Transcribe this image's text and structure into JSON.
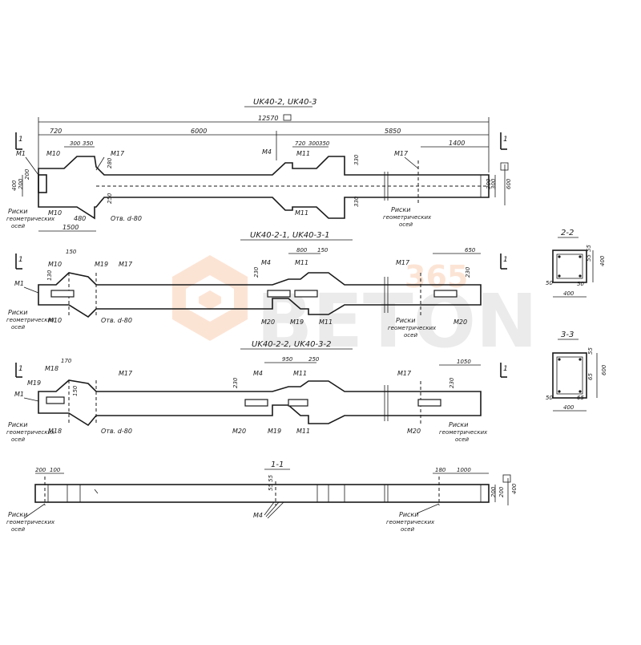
{
  "views": {
    "top": {
      "title": "UK40-2, UK40-3",
      "dims": {
        "overall": "12570",
        "left_part": "6000",
        "right_part": "5850",
        "left_end": "720",
        "notch_a": "300",
        "notch_b": "350",
        "mid_a": "720",
        "mid_b": "300",
        "mid_c": "350",
        "right_end": "1400",
        "h1": "300",
        "h2": "330",
        "hr1": "300",
        "hr2": "300",
        "total_h": "600",
        "hl1": "400",
        "hl2": "200",
        "hl3": "200",
        "low_480": "480",
        "low_1500": "1500",
        "v280": "280",
        "v250": "250",
        "v330b": "330"
      },
      "labels": {
        "m1": "M1",
        "m10": "M10",
        "m10b": "M10",
        "m17": "M17",
        "m17b": "M17",
        "m4": "M4",
        "m11": "M11",
        "m11b": "M11",
        "hole": "Отв. d-80",
        "risk1": "Риски",
        "risk2": "геометрических",
        "risk3": "осей",
        "riskr1": "Риски",
        "riskr2": "геометрических",
        "riskr3": "осей",
        "sec": "1",
        "sec_r": "1"
      }
    },
    "mid1": {
      "title": "UK40-2-1, UK40-3-1",
      "dims": {
        "d150": "150",
        "d130": "130",
        "d800": "800",
        "d150b": "150",
        "d650": "650",
        "d230a": "230",
        "d230b": "230"
      },
      "labels": {
        "m10": "M10",
        "m19": "M19",
        "m17": "M17",
        "m1": "M1",
        "m10b": "M10",
        "hole": "Отв. d-80",
        "m4": "M4",
        "m11": "M11",
        "m17b": "M17",
        "m20": "M20",
        "m19b": "M19",
        "m11b": "M11",
        "m20b": "M20",
        "risk1": "Риски",
        "risk2": "геометрических",
        "risk3": "осей",
        "riskr1": "Риски",
        "riskr2": "геометрических",
        "riskr3": "осей",
        "sec": "1",
        "sec_r": "1"
      }
    },
    "mid2": {
      "title": "UK40-2-2, UK40-3-2",
      "dims": {
        "d170": "170",
        "d150": "150",
        "d950": "950",
        "d250": "250",
        "d1050": "1050",
        "d230a": "230",
        "d230b": "230"
      },
      "labels": {
        "m18": "M18",
        "m19": "M19",
        "m17": "M17",
        "m1": "M1",
        "m18b": "M18",
        "hole": "Отв. d-80",
        "m4": "M4",
        "m11": "M11",
        "m17b": "M17",
        "m20": "M20",
        "m19b": "M19",
        "m11b": "M11",
        "m20b": "M20",
        "risk1": "Риски",
        "risk2": "геометрических",
        "risk3": "осей",
        "riskr1": "Риски",
        "riskr2": "геометрических",
        "riskr3": "осей",
        "sec": "1",
        "sec_r": "1"
      }
    },
    "side": {
      "title": "1-1",
      "dims": {
        "d200": "200",
        "d100": "100",
        "d180": "180",
        "d1000": "1000",
        "d400": "400",
        "d200b": "200",
        "d200c": "200",
        "d55": "55 55"
      },
      "labels": {
        "m4": "M4",
        "risk1": "Риски",
        "risk2": "геометрических",
        "risk3": "осей",
        "riskr1": "Риски",
        "riskr2": "геометрических",
        "riskr3": "осей"
      }
    },
    "sec22": {
      "title": "2-2",
      "dims": {
        "w": "400",
        "h": "400",
        "a": "50",
        "b": "50",
        "c": "55",
        "d": "55"
      }
    },
    "sec33": {
      "title": "3-3",
      "dims": {
        "w": "400",
        "h": "600",
        "a": "50",
        "b": "65",
        "c": "55",
        "d": "65"
      }
    }
  },
  "watermark": {
    "text": "BETON",
    "number": "365",
    "color": "#f5a06a"
  }
}
